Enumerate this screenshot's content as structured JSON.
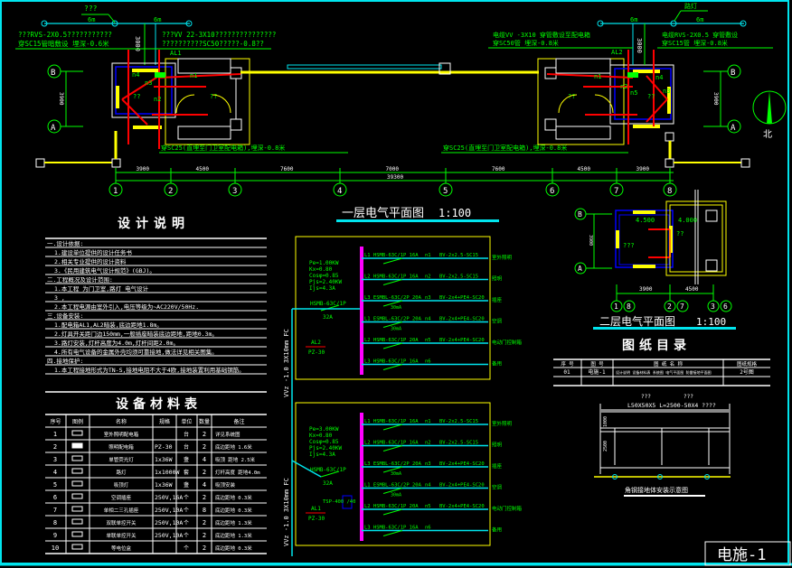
{
  "colors": {
    "background": "#000000",
    "frame": "#00e5ee",
    "text_green": "#00ff00",
    "text_white": "#ffffff",
    "wall_yellow": "#ffff00",
    "wall_blue": "#0000ff",
    "wire_red": "#ff0000",
    "bus_magenta": "#ff00ff",
    "line_cyan": "#00e5ee"
  },
  "floor1": {
    "title": "一层电气平面图",
    "scale": "1:100",
    "left_notes": [
      "???RVS-2X0.5???????????",
      "穿SC15管暗敷设 埋深-0.6米"
    ],
    "left_cable_notes": [
      "???VV 22-3X10???????????????",
      "??????????SC50?????-0.8??"
    ],
    "right_notes": [
      "电缆VV -3X10 穿管敷设至配电箱",
      "穿SC50管 埋深-0.8米"
    ],
    "right_cable_notes": [
      "电缆RVS-2X0.5 穿管敷设",
      "穿SC15管 埋深-0.8米"
    ],
    "bottom_left_note": "穿SC25(直埋至门卫室配电箱),埋深-0.8米",
    "bottom_right_note": "穿SC25(直埋至门卫室配电箱),埋深-0.8米",
    "top_left_6m": [
      "6m",
      "6m"
    ],
    "top_right_6m": [
      "6m",
      "6m"
    ],
    "top_left_label": "???",
    "top_right_label": "路灯",
    "panel_left": "AL1",
    "panel_right": "AL2",
    "dim_3000": "3000",
    "dim_3900_vert": "3900",
    "circuit_labels": [
      "n1",
      "n2",
      "n3",
      "n4",
      "n5"
    ],
    "room_qq": "??",
    "axes_horizontal": [
      "1",
      "2",
      "3",
      "4",
      "5",
      "6",
      "7",
      "8"
    ],
    "axes_vertical": [
      "B",
      "A"
    ],
    "dims": [
      "3900",
      "4500",
      "7600",
      "7000",
      "7600",
      "4500",
      "3900"
    ],
    "total_dim": "39300",
    "north": "北"
  },
  "floor2": {
    "title": "二层电气平面图",
    "scale": "1:100",
    "elev_left": "4.500",
    "elev_right": "4.000",
    "room": "???",
    "qq": "??",
    "dim_vert": "3900",
    "dims": [
      "3900",
      "4500"
    ],
    "axes": [
      "1",
      "8",
      "2",
      "7",
      "3",
      "6"
    ],
    "axes_vertical": [
      "B",
      "A"
    ]
  },
  "design_notes": {
    "title": "设计说明",
    "lines": [
      "一.设计依据:",
      "1.建设单位提供的设计任务书",
      "2.相关专业提供的设计资料",
      "3.《民用建筑电气设计规范》(GBJ)。",
      "二.工程概况及设计范围:",
      "1.本工程        为门卫室,路灯        电气设计",
      "   3             ,",
      "2.本工程电源由室外引入,电压等级为~AC220V/50Hz.",
      "三.设备安装:",
      "1.配电箱AL1,AL2暗装,底边距地1.8m。",
      "2.灯具开关距门边150mm,一般插座暗装底边距地,距地0.3m。",
      "3.路灯安装,灯杆高度为4.0m,灯杆间距2.0m。",
      "4.所有电气设备的金属外壳均须可靠接地,做法详见相关图集。",
      "四.接地保护:",
      "1.本工程接地形式为TN-S,接地电阻不大于4欧,接地装置利用基础钢筋。"
    ]
  },
  "materials": {
    "title": "设备材料表",
    "headers": [
      "序号",
      "图例",
      "名称",
      "规格",
      "单位",
      "数量",
      "备注"
    ],
    "rows": [
      {
        "no": "1",
        "icon": "rect-outline",
        "name": "室外照明配电箱",
        "spec": "",
        "unit": "台",
        "qty": "2",
        "note": "详见系统图"
      },
      {
        "no": "2",
        "icon": "rect-filled",
        "name": "照明配电箱",
        "spec": "PZ-30",
        "unit": "台",
        "qty": "2",
        "note": "底边距地 1.6米"
      },
      {
        "no": "3",
        "icon": "fluorescent",
        "name": "单管荧光灯",
        "spec": "1x36W",
        "unit": "盏",
        "qty": "4",
        "note": "吸顶 距地 2.5米"
      },
      {
        "no": "4",
        "icon": "street-lamp",
        "name": "路灯",
        "spec": "1x1000W",
        "unit": "套",
        "qty": "2",
        "note": "灯杆高度 距地4.0m"
      },
      {
        "no": "5",
        "icon": "ceiling-lamp",
        "name": "吸顶灯",
        "spec": "1x36W",
        "unit": "盏",
        "qty": "4",
        "note": "吸顶安装"
      },
      {
        "no": "6",
        "icon": "socket-tk",
        "name": "空调插座",
        "spec": "250V,16A",
        "unit": "个",
        "qty": "2",
        "note": "底边距地 0.3米"
      },
      {
        "no": "7",
        "icon": "socket",
        "name": "单相二三孔插座",
        "spec": "250V,10A",
        "unit": "个",
        "qty": "8",
        "note": "底边距地 0.3米"
      },
      {
        "no": "8",
        "icon": "switch-double",
        "name": "双联单控开关",
        "spec": "250V,10A",
        "unit": "个",
        "qty": "2",
        "note": "底边距地 1.3米"
      },
      {
        "no": "9",
        "icon": "switch-single",
        "name": "单联单控开关",
        "spec": "250V,10A",
        "unit": "个",
        "qty": "2",
        "note": "底边距地 1.3米"
      },
      {
        "no": "10",
        "icon": "junction",
        "name": "等电位盒",
        "spec": "",
        "unit": "个",
        "qty": "2",
        "note": "底边距地 0.3米"
      }
    ]
  },
  "system_al2": {
    "params": [
      "Pe=1.00KW",
      "Kx=0.80",
      "Cosφ=0.85",
      "Pjs=2.40KW",
      "Ijs=4.3A"
    ],
    "main_breaker": "HSMB-63C/1P",
    "main_rating": "32A",
    "panel": "AL2",
    "panel_type": "PZ-30",
    "feeder": "VVz -1.0 3X10mm FC",
    "circuits": [
      {
        "phase": "L1",
        "breaker": "HSMB-63C/1P 16A",
        "id": "n1",
        "cable": "BV-2x2.5-SC15",
        "use": "室外照明",
        "rcd": ""
      },
      {
        "phase": "L2",
        "breaker": "HSMB-63C/1P 16A",
        "id": "n2",
        "cable": "BV-2x2.5-SC15",
        "use": "照明",
        "rcd": ""
      },
      {
        "phase": "L3",
        "breaker": "ESMBL-63C/2P 20A",
        "id": "n3",
        "cable": "BV-2x4+PE4-SC20",
        "use": "插座",
        "rcd": "30mA"
      },
      {
        "phase": "L1",
        "breaker": "ESMBL-63C/2P 20A",
        "id": "n4",
        "cable": "BV-2x4+PE4-SC20",
        "use": "空调",
        "rcd": "30mA"
      },
      {
        "phase": "L2",
        "breaker": "HSMB-63C/1P 20A",
        "id": "n5",
        "cable": "BV-2x4+PE4-SC20",
        "use": "电动门控制箱",
        "rcd": ""
      },
      {
        "phase": "L3",
        "breaker": "HSMB-63C/1P 16A",
        "id": "n6",
        "cable": "",
        "use": "备用",
        "rcd": ""
      }
    ]
  },
  "system_al1": {
    "params": [
      "Pe=3.00KW",
      "Kx=0.80",
      "Cosφ=0.85",
      "Pjs=2.40KW",
      "Ijs=4.3A"
    ],
    "main_breaker": "HSMB-63C/1P",
    "main_rating": "32A",
    "spd": "TSP-400 /40",
    "panel": "AL1",
    "panel_type": "PZ-30",
    "feeder_top": "VVz -1.0 3X10mm FC",
    "feeder_bottom": "VVz -1.0 3X10mm FC",
    "circuits": [
      {
        "phase": "L1",
        "breaker": "HSMB-63C/1P 16A",
        "id": "n1",
        "cable": "BV-2x2.5-SC15",
        "use": "室外照明",
        "rcd": ""
      },
      {
        "phase": "L2",
        "breaker": "HSMB-63C/1P 16A",
        "id": "n2",
        "cable": "BV-2x2.5-SC15",
        "use": "照明",
        "rcd": ""
      },
      {
        "phase": "L3",
        "breaker": "ESMBL-63C/2P 20A",
        "id": "n3",
        "cable": "BV-2x4+PE4-SC20",
        "use": "插座",
        "rcd": "30mA"
      },
      {
        "phase": "L1",
        "breaker": "ESMBL-63C/2P 20A",
        "id": "n4",
        "cable": "BV-2x4+PE4-SC20",
        "use": "空调",
        "rcd": "30mA"
      },
      {
        "phase": "L2",
        "breaker": "HSMB-63C/1P 20A",
        "id": "n5",
        "cable": "BV-2x4+PE4-SC20",
        "use": "电动门控制箱",
        "rcd": ""
      },
      {
        "phase": "L3",
        "breaker": "HSMB-63C/1P 16A",
        "id": "n6",
        "cable": "",
        "use": "备用",
        "rcd": ""
      }
    ]
  },
  "drawing_index": {
    "title": "图纸目录",
    "headers": [
      "序 号",
      "图 号",
      "图 纸 名 称",
      "图纸规格"
    ],
    "rows": [
      {
        "no": "01",
        "code": "电施-1",
        "name": "设计说明 设备材料表 系统图 电气平面图 防雷接地平面图",
        "size": "2号图"
      }
    ]
  },
  "grounding_detail": {
    "labels": [
      "???",
      "???"
    ],
    "spec": "L50X50X5 L=2500-50X4 ????",
    "dim_1000": "1000",
    "dim_2500": "2500",
    "caption": "角钢接地体安装示意图"
  },
  "title_block": {
    "drawing_no": "电施-1"
  }
}
